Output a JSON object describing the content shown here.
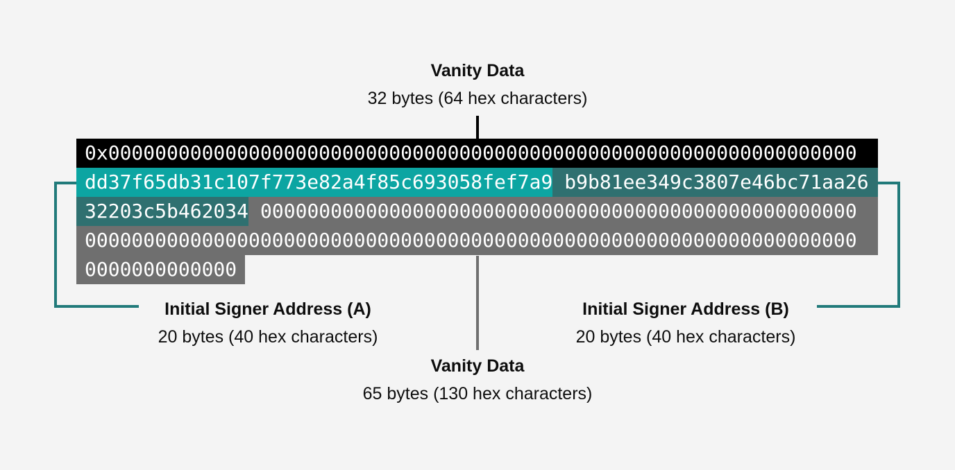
{
  "diagram": {
    "top_annotation": {
      "title": "Vanity Data",
      "subtitle": "32 bytes (64 hex characters)"
    },
    "signer_a_annotation": {
      "title": "Initial Signer Address (A)",
      "subtitle": "20 bytes (40 hex characters)"
    },
    "signer_b_annotation": {
      "title": "Initial Signer Address (B)",
      "subtitle": "20 bytes (40 hex characters)"
    },
    "bottom_annotation": {
      "title": "Vanity Data",
      "subtitle": "65 bytes (130 hex characters)"
    },
    "hex_rows": {
      "row1_prefix_and_vanity": "0x0000000000000000000000000000000000000000000000000000000000000000",
      "row2_signer_a": "dd37f65db31c107f773e82a4f85c693058fef7a9",
      "row2_signer_b_part1": "b9b81ee349c3807e46bc71aa26",
      "row3_signer_b_part2": "32203c5b462034",
      "row3_zeros": "000000000000000000000000000000000000000000000000000",
      "row4_zeros": "000000000000000000000000000000000000000000000000000000000000000000",
      "row5_zeros": "0000000000000"
    },
    "colors": {
      "background": "#f4f4f4",
      "vanity_row_black": "#000000",
      "signer_a_highlight": "#0ca5a2",
      "signer_b_highlight": "#2f7070",
      "zeros_gray": "#6f6f6f",
      "bracket_line_teal": "#217a7a",
      "hex_text": "#ffffff",
      "label_text": "#0d0d0d"
    }
  }
}
